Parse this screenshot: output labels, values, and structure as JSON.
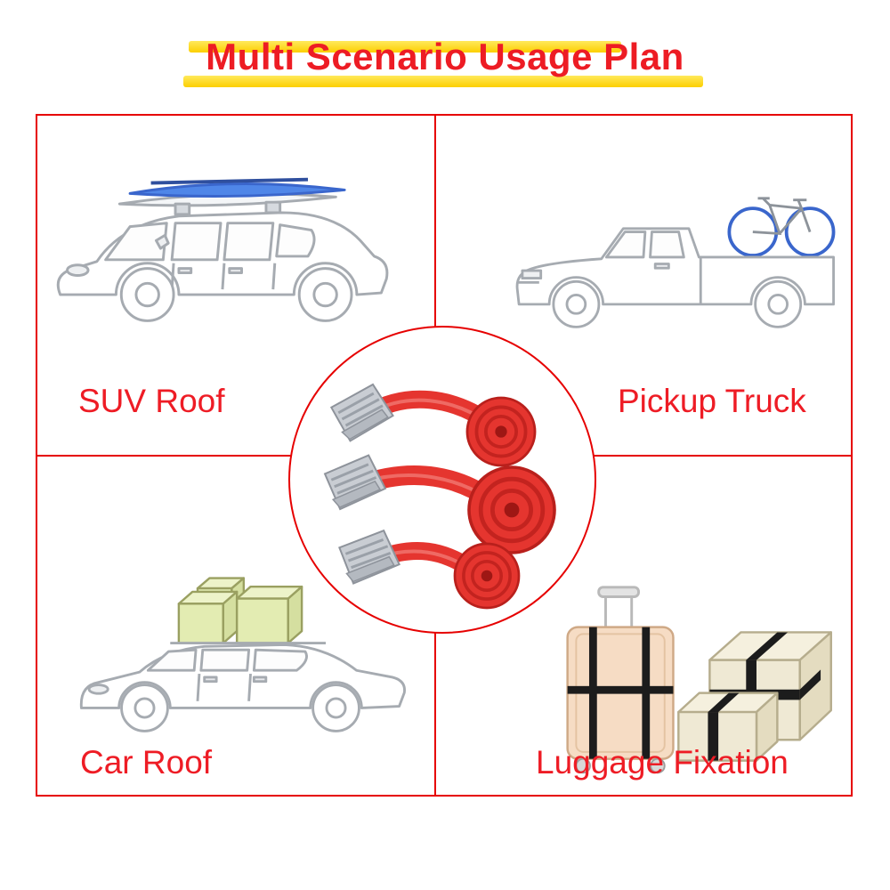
{
  "title": "Multi Scenario Usage Plan",
  "panels": {
    "suv": {
      "label": "SUV Roof"
    },
    "pickup": {
      "label": "Pickup Truck"
    },
    "car": {
      "label": "Car Roof"
    },
    "luggage": {
      "label": "Luggage Fixation"
    }
  },
  "illustrations": [
    "suv-with-surfboard-on-roof",
    "pickup-truck-with-bicycle-in-bed",
    "sedan-with-boxes-on-roof",
    "suitcase-and-strapped-parcels",
    "red-cam-buckle-tie-down-straps"
  ],
  "colors": {
    "title_red": "#ed1c24",
    "label_red": "#ee1c25",
    "grid_border_red": "#e60000",
    "highlight_yellow": "#fccf00",
    "lineart_gray": "#a6abb1",
    "surfboard_blue": "#4f86e8",
    "bicycle_blue": "#3a66cc",
    "roof_box_green": "#e3ecb2",
    "suitcase_tan": "#f6dcc4",
    "parcel_beige": "#efe9d4",
    "fixation_strap_black": "#1c1c1c",
    "product_strap_red": "#e5352f",
    "buckle_gray": "#c9cdd3"
  }
}
